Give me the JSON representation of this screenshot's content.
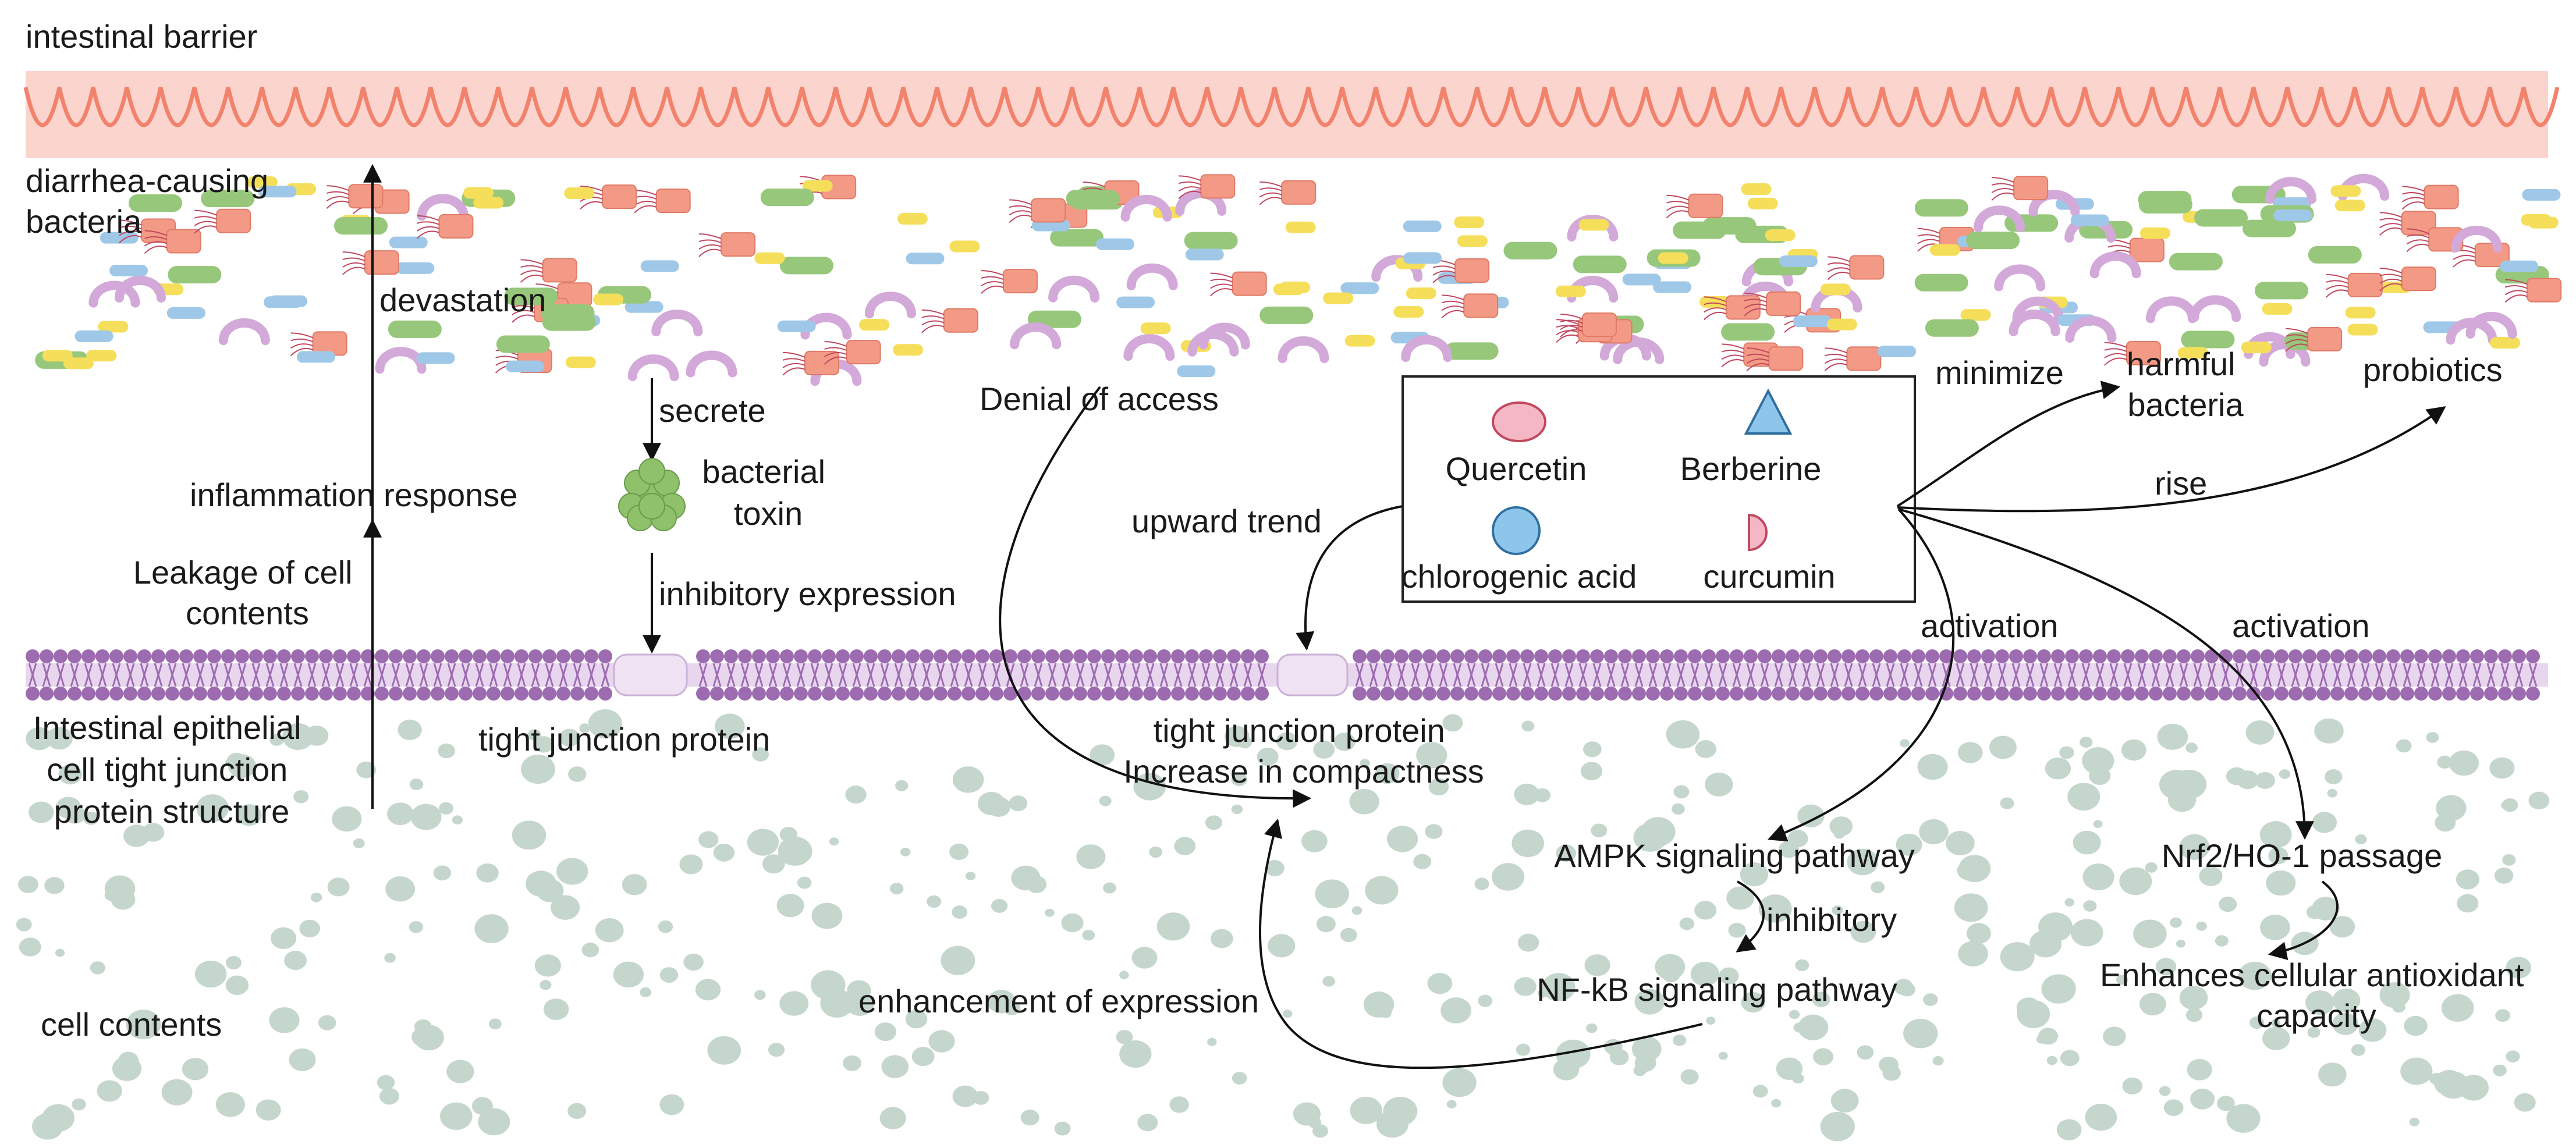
{
  "labels": {
    "intestinal_barrier": "intestinal barrier",
    "diarrhea_bacteria": [
      "diarrhea-causing",
      "bacteria"
    ],
    "devastation": "devastation",
    "inflammation_response": "inflammation response",
    "leakage": [
      "Leakage of cell",
      "contents"
    ],
    "epithelial_structure": [
      "Intestinal epithelial",
      "cell tight junction",
      "protein structure"
    ],
    "cell_contents": "cell contents",
    "secrete": "secrete",
    "bacterial_toxin": [
      "bacterial",
      "toxin"
    ],
    "inhibitory_expression": "inhibitory expression",
    "tight_junction_protein_left": "tight junction protein",
    "denial_of_access": "Denial of access",
    "upward_trend": "upward trend",
    "tight_junction_compact": [
      "tight junction protein",
      "Increase in compactness"
    ],
    "enhancement_of_expression": "enhancement of expression",
    "ampk_pathway": "AMPK signaling pathway",
    "inhibitory": "inhibitory",
    "nfkb_pathway": "NF-kB signaling pathway",
    "minimize": "minimize",
    "harmful_bacteria": [
      "harmful",
      "bacteria"
    ],
    "probiotics": "probiotics",
    "rise": "rise",
    "activation_left": "activation",
    "activation_right": "activation",
    "nrf2_passage": "Nrf2/HO-1 passage",
    "antioxidant": [
      "Enhances cellular antioxidant",
      "capacity"
    ]
  },
  "legend": {
    "quercetin": "Quercetin",
    "berberine": "Berberine",
    "chlorogenic_acid": "chlorogenic acid",
    "curcumin": "curcumin"
  },
  "colors": {
    "barrier": "#fbd5cd",
    "barrier_wave": "#f2826c",
    "membrane": "#9d6bb0",
    "dots": "#c5d6cc",
    "harmful_bacterium": "#f39a86",
    "green_rod": "#97c77a",
    "blue_rod": "#9fc8e8",
    "yellow_rod": "#f5df5a",
    "lilac_arc": "#d2a9d8",
    "toxin": "#8fc06a",
    "quercetin": "#f5b7c5",
    "berberine": "#8ec5ea",
    "chlorogenic_acid": "#8ec5ea",
    "curcumin": "#f5b7c5"
  }
}
